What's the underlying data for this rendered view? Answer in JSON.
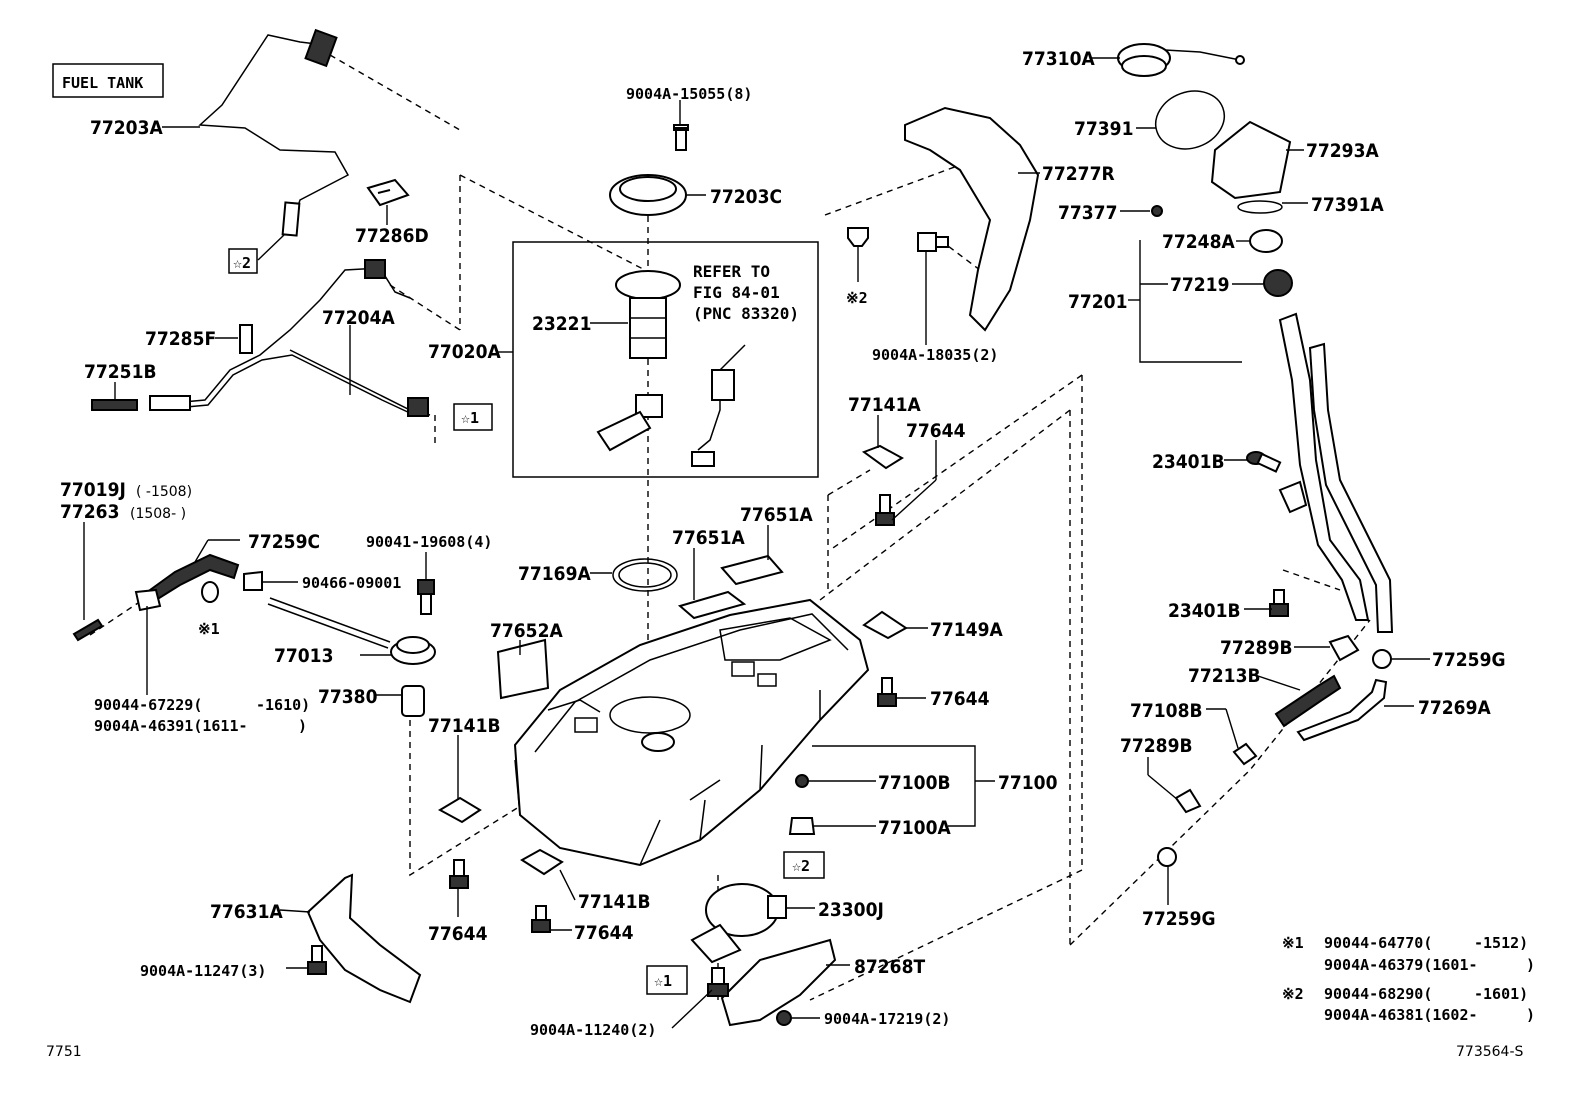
{
  "section_title": "FUEL TANK",
  "refer_box": [
    "REFER TO",
    "FIG 84-01",
    "(PNC 83320)"
  ],
  "page_code": "7751",
  "figure_code": "773564-S",
  "parts": {
    "p77203A": "77203A",
    "p77286D": "77286D",
    "p77204A": "77204A",
    "p77285F": "77285F",
    "p77251B": "77251B",
    "p77020A": "77020A",
    "p9004A15055": "9004A-15055(8)",
    "p77203C": "77203C",
    "p23221": "23221",
    "p77310A": "77310A",
    "p77391": "77391",
    "p77293A": "77293A",
    "p77277R": "77277R",
    "p77377": "77377",
    "p77391A": "77391A",
    "p77248A": "77248A",
    "p77219": "77219",
    "p77201": "77201",
    "p9004A18035": "9004A-18035(2)",
    "p77141A": "77141A",
    "p77644a": "77644",
    "p23401Ba": "23401B",
    "p77019J": "77019J",
    "p77019J_range": "( -1508)",
    "p77263": "77263",
    "p77263_range": "(1508- )",
    "p77259C": "77259C",
    "p90041": "90041-19608(4)",
    "p90466": "90466-09001",
    "p77169A": "77169A",
    "p77651Aa": "77651A",
    "p77651Ab": "77651A",
    "p23401Bb": "23401B",
    "p77013": "77013",
    "p77652A": "77652A",
    "p77149A": "77149A",
    "p77289Ba": "77289B",
    "p77259Ga": "77259G",
    "p77213B": "77213B",
    "p90044_67229": "90044-67229(",
    "p90044_67229_range": "-1610)",
    "p9004A46391": "9004A-46391(1611-",
    "p9004A46391_close": ")",
    "p77380": "77380",
    "p77644b": "77644",
    "p77108B": "77108B",
    "p77269A": "77269A",
    "p77141Ba": "77141B",
    "p77100B": "77100B",
    "p77100": "77100",
    "p77289Bb": "77289B",
    "p77100A": "77100A",
    "p77141Bb": "77141B",
    "p23300J": "23300J",
    "p77631A": "77631A",
    "p77644c": "77644",
    "p77644d": "77644",
    "p77259Gb": "77259G",
    "p9004A11247": "9004A-11247(3)",
    "p87268T": "87268T",
    "p9004A11240": "9004A-11240(2)",
    "p9004A17219": "9004A-17219(2)"
  },
  "markers": {
    "star2_a": "☆2",
    "star1_a": "☆1",
    "kome2_a": "※2",
    "kome1_a": "※1",
    "star2_b": "☆2",
    "star1_b": "☆1"
  },
  "footnotes": [
    {
      "mark": "※1",
      "lines": [
        {
          "part": "90044-64770(",
          "range": "-1512)"
        },
        {
          "part": "9004A-46379(1601-",
          "range": ")"
        }
      ]
    },
    {
      "mark": "※2",
      "lines": [
        {
          "part": "90044-68290(",
          "range": "-1601)"
        },
        {
          "part": "9004A-46381(1602-",
          "range": ")"
        }
      ]
    }
  ]
}
